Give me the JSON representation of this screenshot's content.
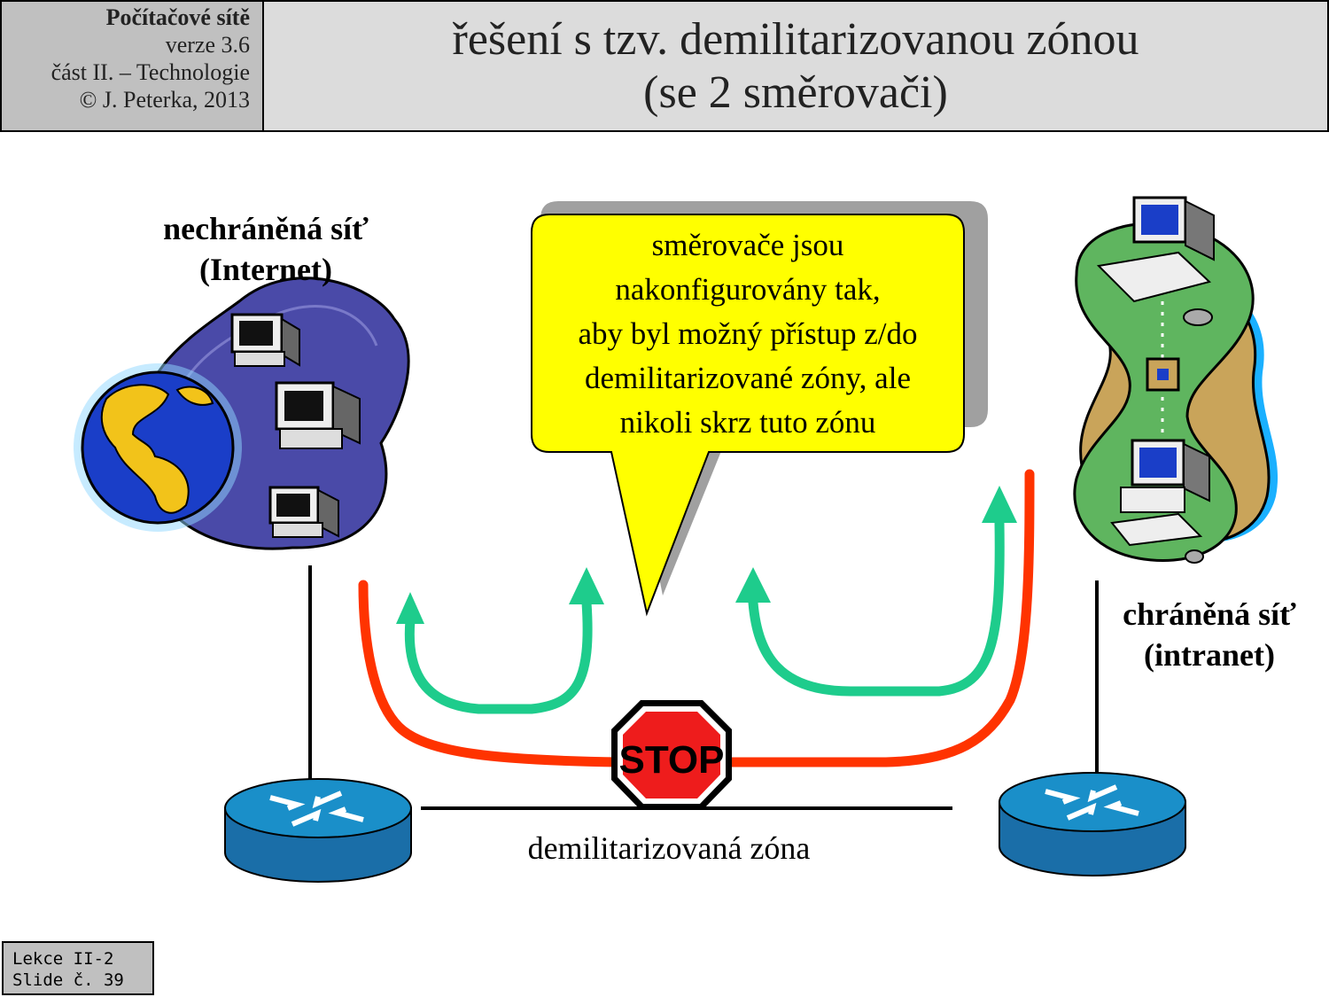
{
  "header": {
    "course": "Počítačové sítě",
    "version": "verze 3.6",
    "part": "část  II. – Technologie",
    "copyright": "© J. Peterka, 2013",
    "title_line1": "řešení s tzv. demilitarizovanou zónou",
    "title_line2": "(se 2 směrovači)"
  },
  "internet": {
    "line1": "nechráněná síť",
    "line2": "(Internet)"
  },
  "intranet": {
    "line1": "chráněná síť",
    "line2": "(intranet)"
  },
  "callout": {
    "lines": [
      "směrovače jsou",
      "nakonfigurovány tak,",
      "aby byl možný přístup z/do",
      "demilitarizované zóny, ale",
      "nikoli skrz tuto zónu"
    ],
    "color": "#ffff00"
  },
  "stop_sign": {
    "text": "STOP",
    "color": "#ee1c1c"
  },
  "dmz_label": "demilitarizovaná zóna",
  "colors": {
    "allowed_arrow": "#1ecc8c",
    "blocked_path": "#ff3300",
    "router": "#1a8fc9"
  },
  "footer": {
    "line1": "Lekce II-2",
    "line2": "Slide č. 39"
  }
}
